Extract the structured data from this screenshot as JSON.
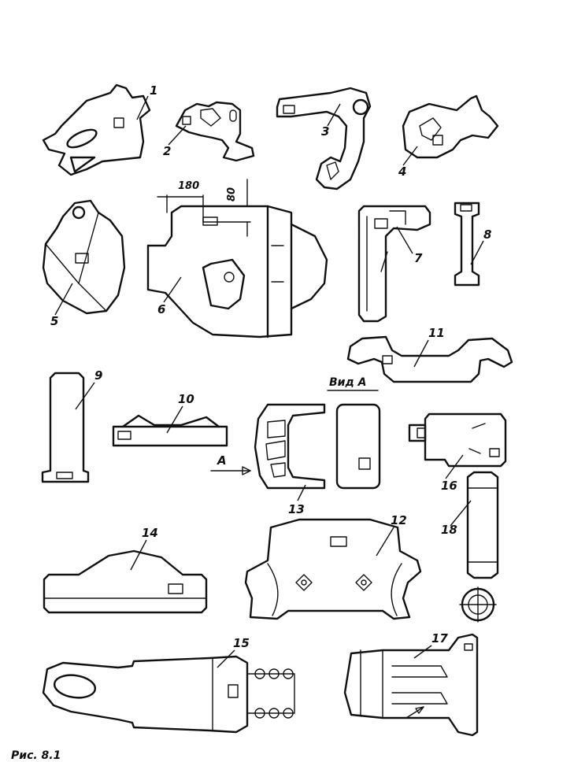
{
  "figure": {
    "part_labels": [
      "1",
      "2",
      "3",
      "4",
      "5",
      "6",
      "7",
      "8",
      "9",
      "10",
      "11",
      "12",
      "13",
      "14",
      "15",
      "16",
      "17",
      "18"
    ],
    "dimension_180": "180",
    "dimension_80": "80",
    "view_label": "Вид А",
    "arrow_label": "А",
    "caption_fragment": "Рис. 8.1"
  }
}
